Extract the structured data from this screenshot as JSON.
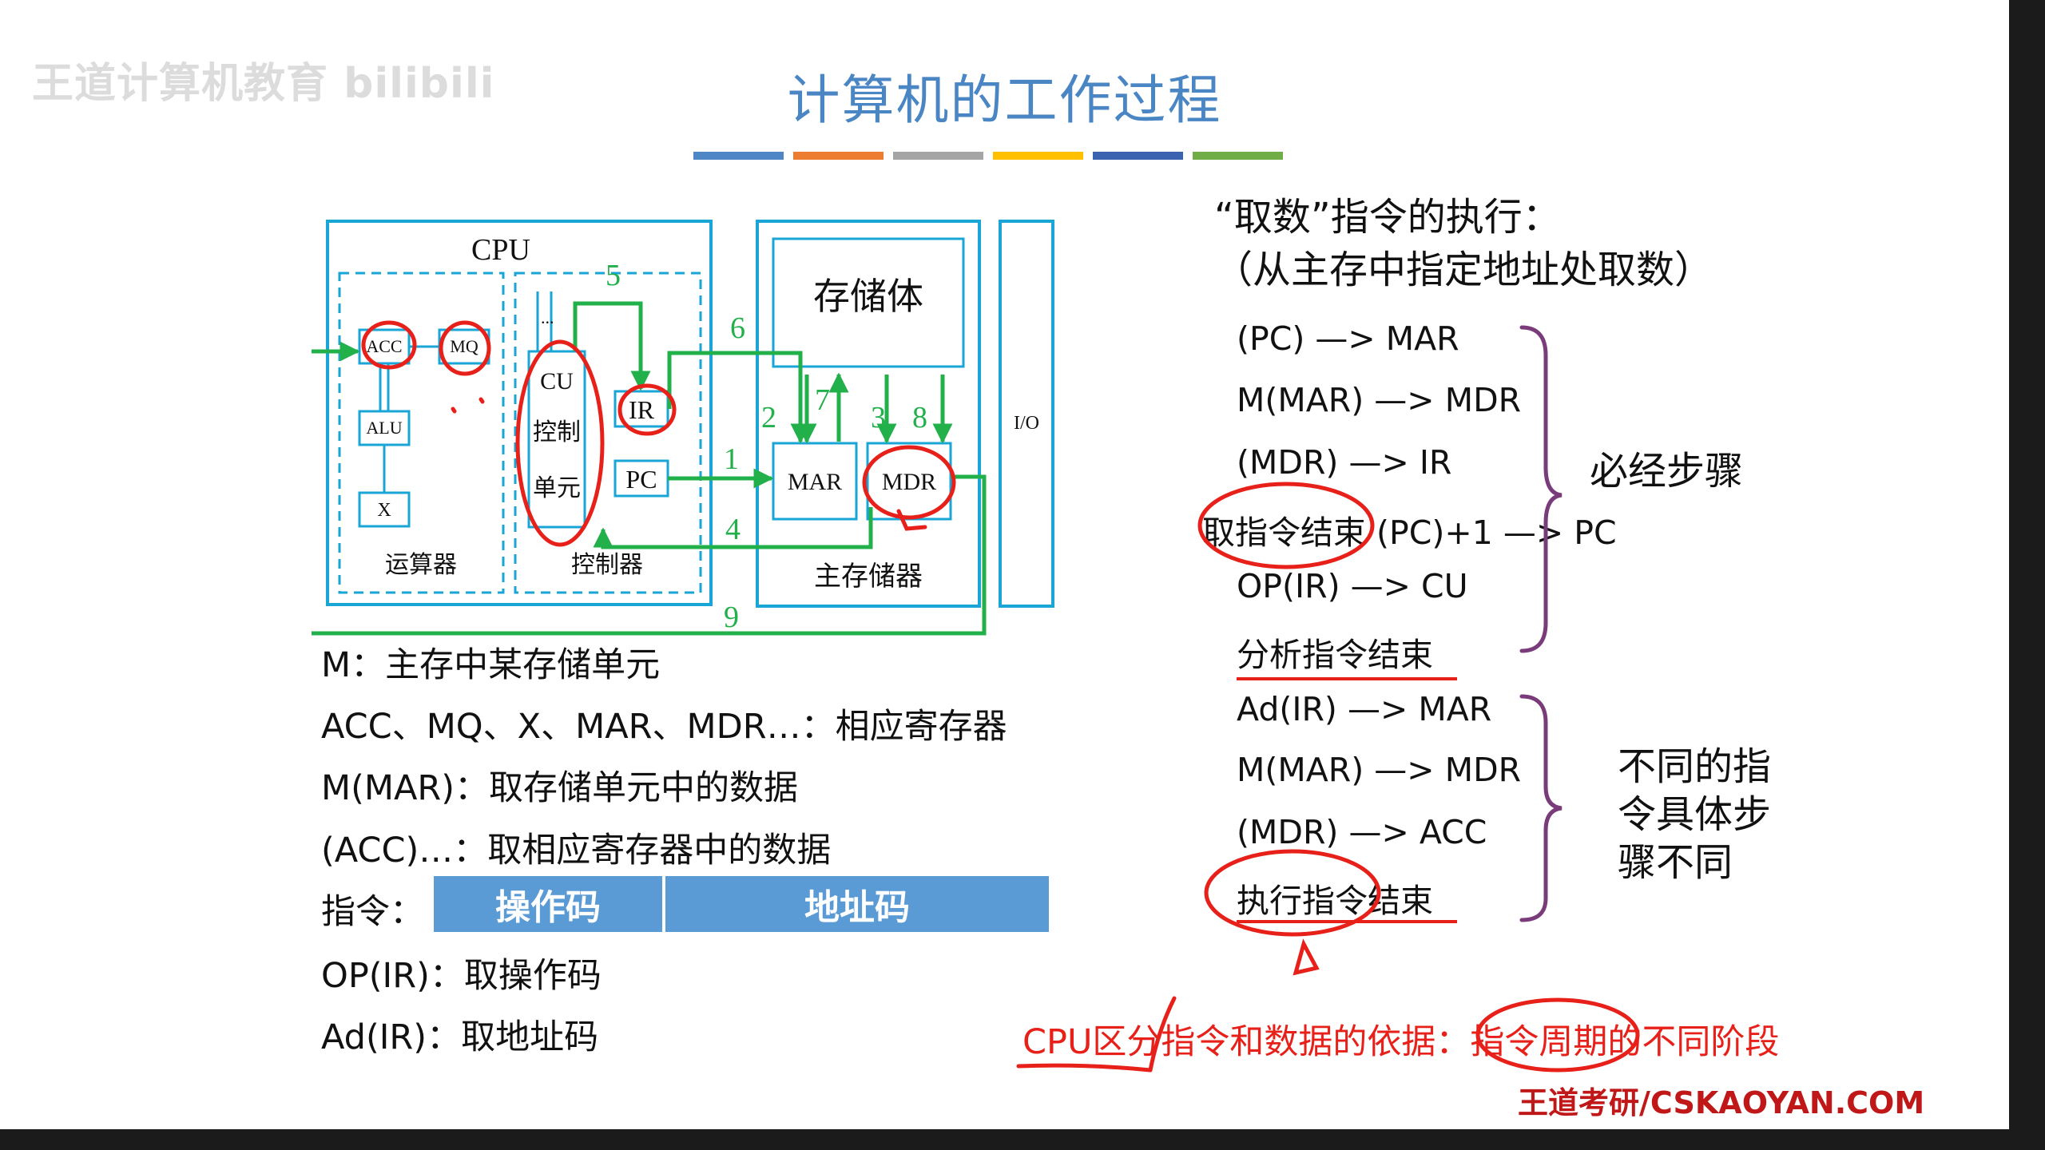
{
  "slide": {
    "title": "计算机的工作过程",
    "watermark_left": "王道计算机教育 bilibili",
    "footer_brand": "王道考研/CSKAOYAN.COM",
    "title_stripe_colors": [
      "#4f86c6",
      "#ed7d31",
      "#a5a5a5",
      "#ffc000",
      "#3c63b0",
      "#70ad47"
    ]
  },
  "diagram": {
    "cpu_label": "CPU",
    "acc": "ACC",
    "mq": "MQ",
    "alu": "ALU",
    "x": "X",
    "alu_unit_label": "运算器",
    "cu_line1": "CU",
    "cu_line2": "控制",
    "cu_line3": "单元",
    "ellipsis": "...",
    "ir": "IR",
    "pc": "PC",
    "controller_label": "控制器",
    "storage_body": "存储体",
    "mar": "MAR",
    "mdr": "MDR",
    "main_memory_label": "主存储器",
    "io": "I/O",
    "path_numbers": [
      "1",
      "2",
      "3",
      "4",
      "5",
      "6",
      "7",
      "8",
      "9"
    ]
  },
  "notes": {
    "m_def": "M：主存中某存储单元",
    "registers_def": "ACC、MQ、X、MAR、MDR…：相应寄存器",
    "m_mar_def": "M(MAR)：取存储单元中的数据",
    "acc_def": "(ACC)…：取相应寄存器中的数据",
    "instruction_label": "指令：",
    "opcode": "操作码",
    "address_code": "地址码",
    "op_ir_def": "OP(IR)：取操作码",
    "ad_ir_def": "Ad(IR)：取地址码"
  },
  "right": {
    "heading1": "“取数”指令的执行：",
    "heading2": "（从主存中指定地址处取数）",
    "fetch_steps": [
      "(PC) —> MAR",
      "M(MAR) —> MDR",
      "(MDR) —> IR",
      "取指令结束 (PC)+1 —> PC",
      "OP(IR) —> CU",
      "分析指令结束"
    ],
    "brace1_label": "必经步骤",
    "exec_steps": [
      "Ad(IR) —> MAR",
      "M(MAR) —> MDR",
      "(MDR) —> ACC",
      "执行指令结束"
    ],
    "brace2_label_line1": "不同的指",
    "brace2_label_line2": "令具体步",
    "brace2_label_line3": "骤不同",
    "bottom_note": "CPU区分指令和数据的依据：指令周期的不同阶段"
  }
}
